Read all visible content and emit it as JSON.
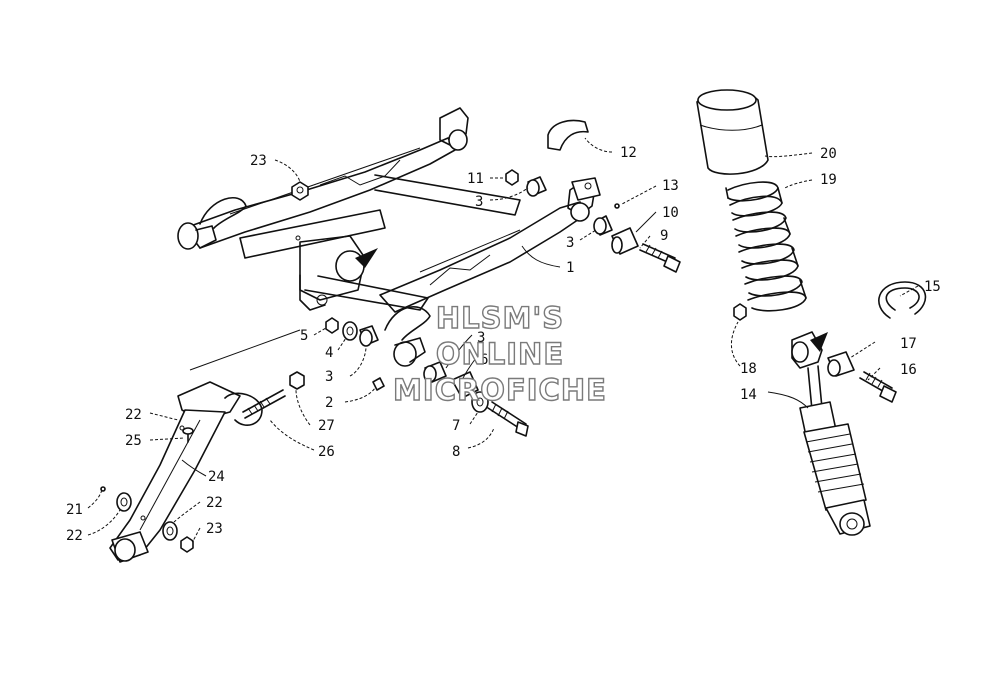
{
  "watermark": {
    "line1": "HLSM'S",
    "line2": "ONLINE",
    "line3": "MICROFICHE"
  },
  "callouts": {
    "c1": "1",
    "c2": "2",
    "c3a": "3",
    "c3b": "3",
    "c3c": "3",
    "c3d": "3",
    "c4": "4",
    "c5": "5",
    "c6": "6",
    "c7": "7",
    "c8": "8",
    "c9": "9",
    "c10": "10",
    "c11": "11",
    "c12": "12",
    "c13": "13",
    "c14": "14",
    "c15": "15",
    "c16": "16",
    "c17": "17",
    "c18": "18",
    "c19": "19",
    "c20": "20",
    "c21": "21",
    "c22a": "22",
    "c22b": "22",
    "c22c": "22",
    "c23a": "23",
    "c23b": "23",
    "c24": "24",
    "c25": "25",
    "c26": "26",
    "c27": "27"
  }
}
